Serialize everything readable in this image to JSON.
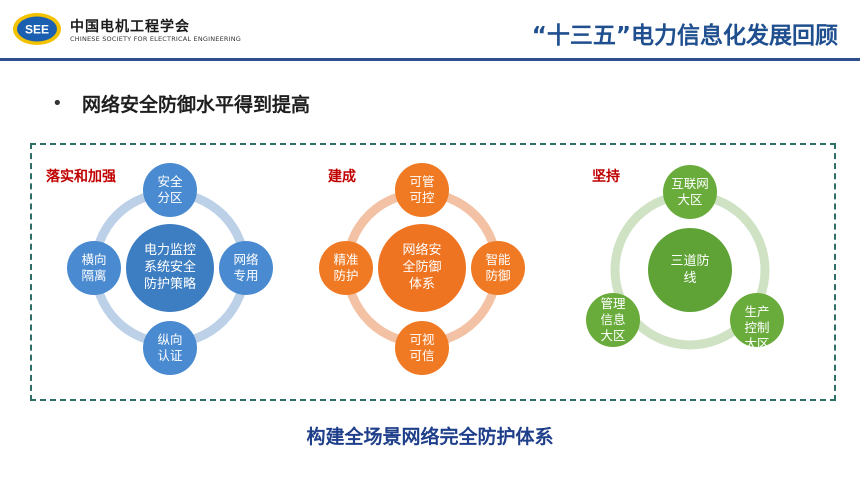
{
  "header": {
    "org_cn": "中国电机工程学会",
    "org_en": "CHINESE SOCIETY FOR ELECTRICAL ENGINEERING",
    "logo_text": "SEE",
    "title": "“十三五”电力信息化发展回顾"
  },
  "bullet": {
    "marker": "•",
    "text": "网络安全防御水平得到提高"
  },
  "panels": [
    {
      "title": "落实和加强",
      "center": "电力监控系统安全防护策略",
      "nodes": [
        "安全分区",
        "网络专用",
        "纵向认证",
        "横向隔离"
      ],
      "color": "#4a86c6"
    },
    {
      "title": "建成",
      "center": "网络安全防御体系",
      "nodes": [
        "可管可控",
        "智能防御",
        "可视可信",
        "精准防护"
      ],
      "color": "#f07a24"
    },
    {
      "title": "坚持",
      "center": "三道防线",
      "nodes": [
        "互联网大区",
        "生产控制大区",
        "管理信息大区"
      ],
      "color": "#6aac3c"
    }
  ],
  "footer": "构建全场景网络完全防护体系"
}
